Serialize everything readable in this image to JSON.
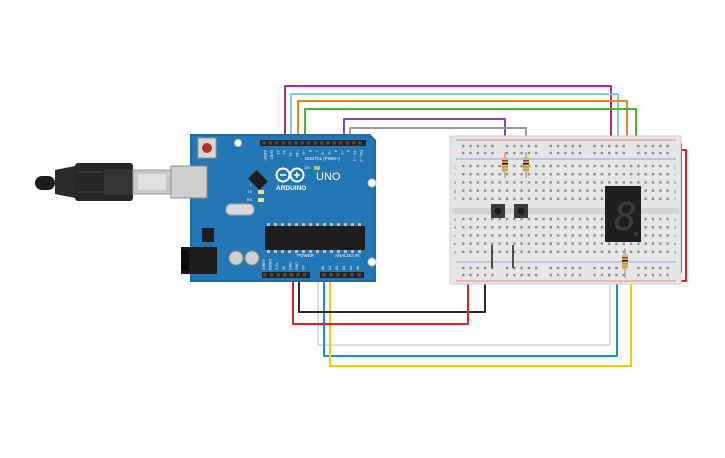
{
  "board": {
    "brand": "ARDUINO",
    "model": "UNO",
    "digital_header": "DIGITAL (PWM~)",
    "analog_header": "ANALOG IN",
    "power_header": "POWER",
    "pin_labels_digital": [
      "AREF",
      "GND",
      "13",
      "12",
      "~11",
      "~10",
      "~9",
      "8",
      "7",
      "~6",
      "~5",
      "4",
      "~3",
      "2",
      "TX→1",
      "RX←0"
    ],
    "pin_labels_power": [
      "IOREF",
      "RESET",
      "3.3V",
      "5V",
      "GND",
      "GND",
      "Vin"
    ],
    "pin_labels_analog": [
      "A0",
      "A1",
      "A2",
      "A3",
      "A4",
      "A5"
    ],
    "led_labels": [
      "L",
      "TX",
      "RX",
      "ON"
    ]
  },
  "breadboard": {
    "col_labels_left": [
      "j",
      "i",
      "h",
      "g",
      "f",
      "e",
      "d",
      "c",
      "b",
      "a"
    ]
  },
  "display": {
    "digit": "8"
  },
  "wire_colors": {
    "magenta": "#b3279e",
    "light_blue": "#7ecce3",
    "orange": "#e2851c",
    "green": "#4caf3c",
    "purple": "#8e3fb8",
    "gray": "#9a9a9a",
    "black": "#2b2b2b",
    "red": "#d9222a",
    "blue": "#1a8fd0",
    "yellow": "#f2c913",
    "white": "#dcdcdc"
  }
}
